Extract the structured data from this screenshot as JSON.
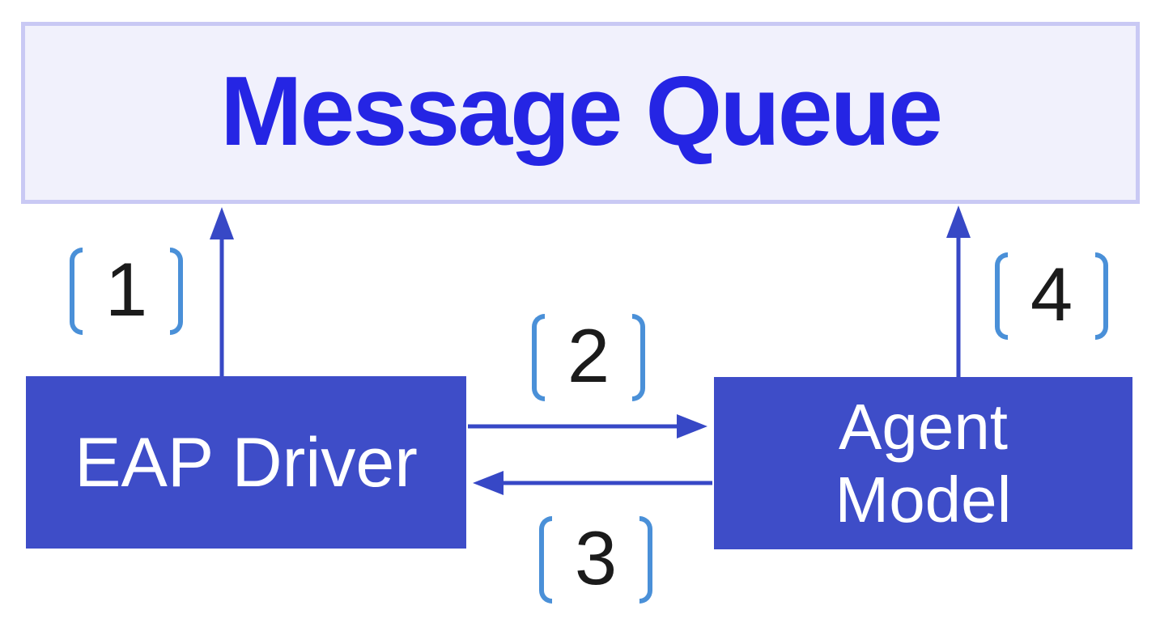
{
  "colors": {
    "box_fill": "#3e4dc8",
    "arrow": "#3748c6",
    "queue_fill": "#f1f1fc",
    "queue_border": "#c9c9f4",
    "queue_text": "#2525e4",
    "bracket": "#4a90d8",
    "step_number": "#1b1b1b",
    "node_text": "#ffffff"
  },
  "diagram": {
    "nodes": {
      "message_queue": {
        "label": "Message Queue"
      },
      "eap_driver": {
        "label": "EAP Driver"
      },
      "agent_model": {
        "label": "Agent Model",
        "line1": "Agent",
        "line2": "Model"
      }
    },
    "steps": [
      {
        "number": "1",
        "from": "eap_driver",
        "to": "message_queue",
        "direction": "up"
      },
      {
        "number": "2",
        "from": "eap_driver",
        "to": "agent_model",
        "direction": "right"
      },
      {
        "number": "3",
        "from": "agent_model",
        "to": "eap_driver",
        "direction": "left"
      },
      {
        "number": "4",
        "from": "agent_model",
        "to": "message_queue",
        "direction": "up"
      }
    ]
  }
}
